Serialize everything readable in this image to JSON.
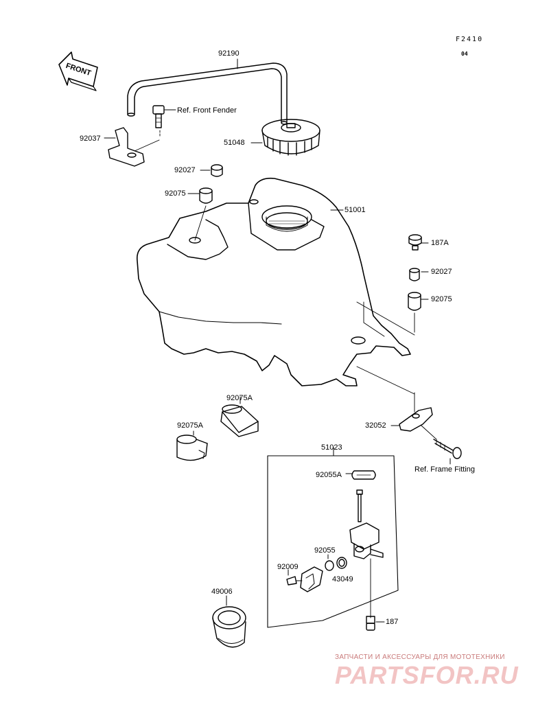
{
  "diagram_code": "F2410",
  "diagram_rev": "04",
  "direction_label": "FRONT",
  "parts": [
    {
      "id": "p92190",
      "label": "92190"
    },
    {
      "id": "pFender",
      "label": "Ref. Front Fender"
    },
    {
      "id": "p92037",
      "label": "92037"
    },
    {
      "id": "p51048",
      "label": "51048"
    },
    {
      "id": "p92027a",
      "label": "92027"
    },
    {
      "id": "p92075a",
      "label": "92075"
    },
    {
      "id": "p51001",
      "label": "51001"
    },
    {
      "id": "p187A",
      "label": "187A"
    },
    {
      "id": "p92027b",
      "label": "92027"
    },
    {
      "id": "p92075b",
      "label": "92075"
    },
    {
      "id": "p92075A1",
      "label": "92075A"
    },
    {
      "id": "p92075A2",
      "label": "92075A"
    },
    {
      "id": "p32052",
      "label": "32052"
    },
    {
      "id": "pFrame",
      "label": "Ref. Frame Fitting"
    },
    {
      "id": "p51023",
      "label": "51023"
    },
    {
      "id": "p92055A",
      "label": "92055A"
    },
    {
      "id": "p92055",
      "label": "92055"
    },
    {
      "id": "p92009",
      "label": "92009"
    },
    {
      "id": "p43049",
      "label": "43049"
    },
    {
      "id": "p49006",
      "label": "49006"
    },
    {
      "id": "p187",
      "label": "187"
    }
  ],
  "watermark": {
    "caption": "ЗАПЧАСТИ И АКСЕССУАРЫ ДЛЯ МОТОТЕХНИКИ",
    "logo": "PARTSFOR.RU",
    "color": "#e8a0a0"
  }
}
